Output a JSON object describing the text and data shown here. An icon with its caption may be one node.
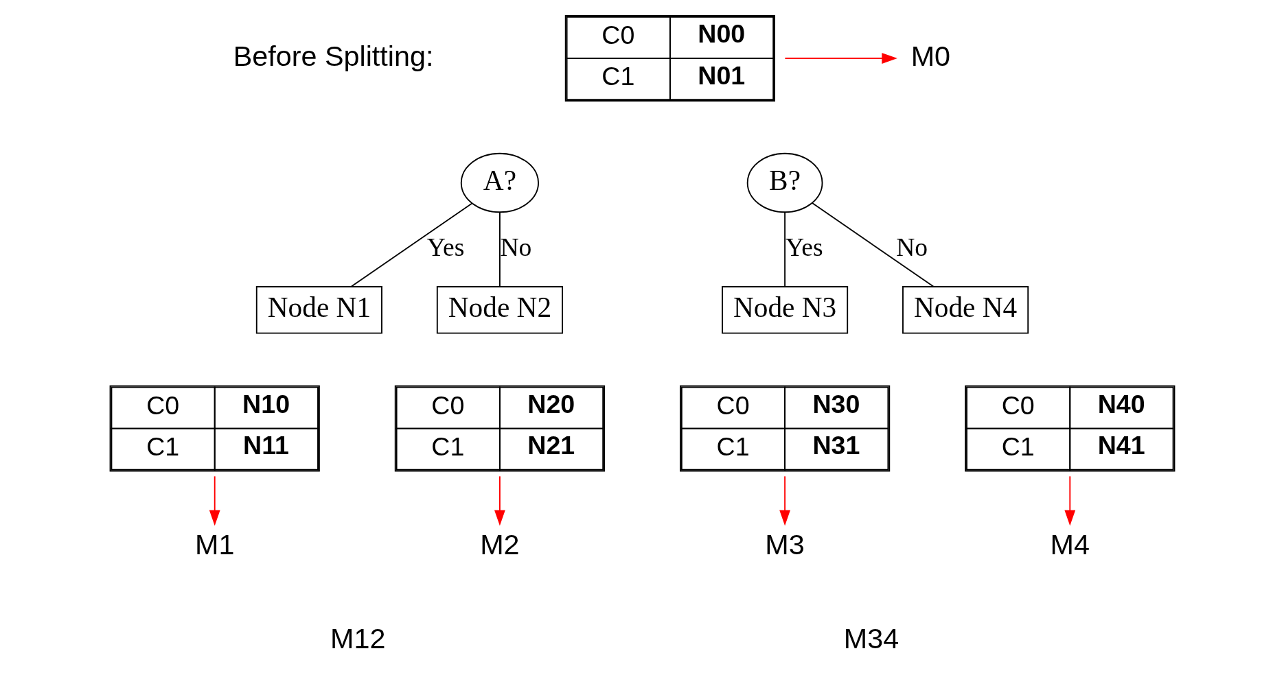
{
  "diagram": {
    "nodes": [
      {
        "text": [
          "A?"
        ]
      },
      {
        "text": [
          "Node N1"
        ]
      },
      {
        "text": [
          "Node N2"
        ]
      },
      {
        "text": [
          "B?"
        ]
      },
      {
        "text": [
          "Node N3"
        ]
      },
      {
        "text": [
          "Node N4"
        ]
      },
      {
        "text": [
          "C0",
          "N00",
          "C1",
          "N01"
        ]
      },
      {
        "text": [
          "M0"
        ]
      },
      {
        "text": [
          "C0",
          "N10",
          "C1",
          "N11"
        ]
      },
      {
        "text": [
          "C0",
          "N20",
          "C1",
          "N21"
        ]
      },
      {
        "text": [
          "C0",
          "N30",
          "C1",
          "N31"
        ]
      },
      {
        "text": [
          "C0",
          "N40",
          "C1",
          "N41"
        ]
      },
      {
        "text": [
          "M1"
        ]
      },
      {
        "text": [
          "M2"
        ]
      },
      {
        "text": [
          "M3"
        ]
      },
      {
        "text": [
          "M4"
        ]
      }
    ],
    "edges": [
      {
        "from": 0,
        "to": 1,
        "arrow": "none",
        "label": "Yes",
        "color": "#000000"
      },
      {
        "from": 0,
        "to": 2,
        "arrow": "none",
        "label": "No",
        "color": "#000000"
      },
      {
        "from": 3,
        "to": 4,
        "arrow": "none",
        "label": "Yes",
        "color": "#000000"
      },
      {
        "from": 3,
        "to": 5,
        "arrow": "none",
        "label": "No",
        "color": "#000000"
      },
      {
        "from": 6,
        "to": 7,
        "arrow": "to",
        "color": "#ff0000"
      },
      {
        "from": 8,
        "to": 12,
        "arrow": "to",
        "color": "#ff0000"
      },
      {
        "from": 9,
        "to": 13,
        "arrow": "to",
        "color": "#ff0000"
      },
      {
        "from": 10,
        "to": 14,
        "arrow": "to",
        "color": "#ff0000"
      },
      {
        "from": 11,
        "to": 15,
        "arrow": "to",
        "color": "#ff0000"
      }
    ],
    "labels": [
      "Before Splitting:",
      "M12",
      "M34"
    ]
  }
}
